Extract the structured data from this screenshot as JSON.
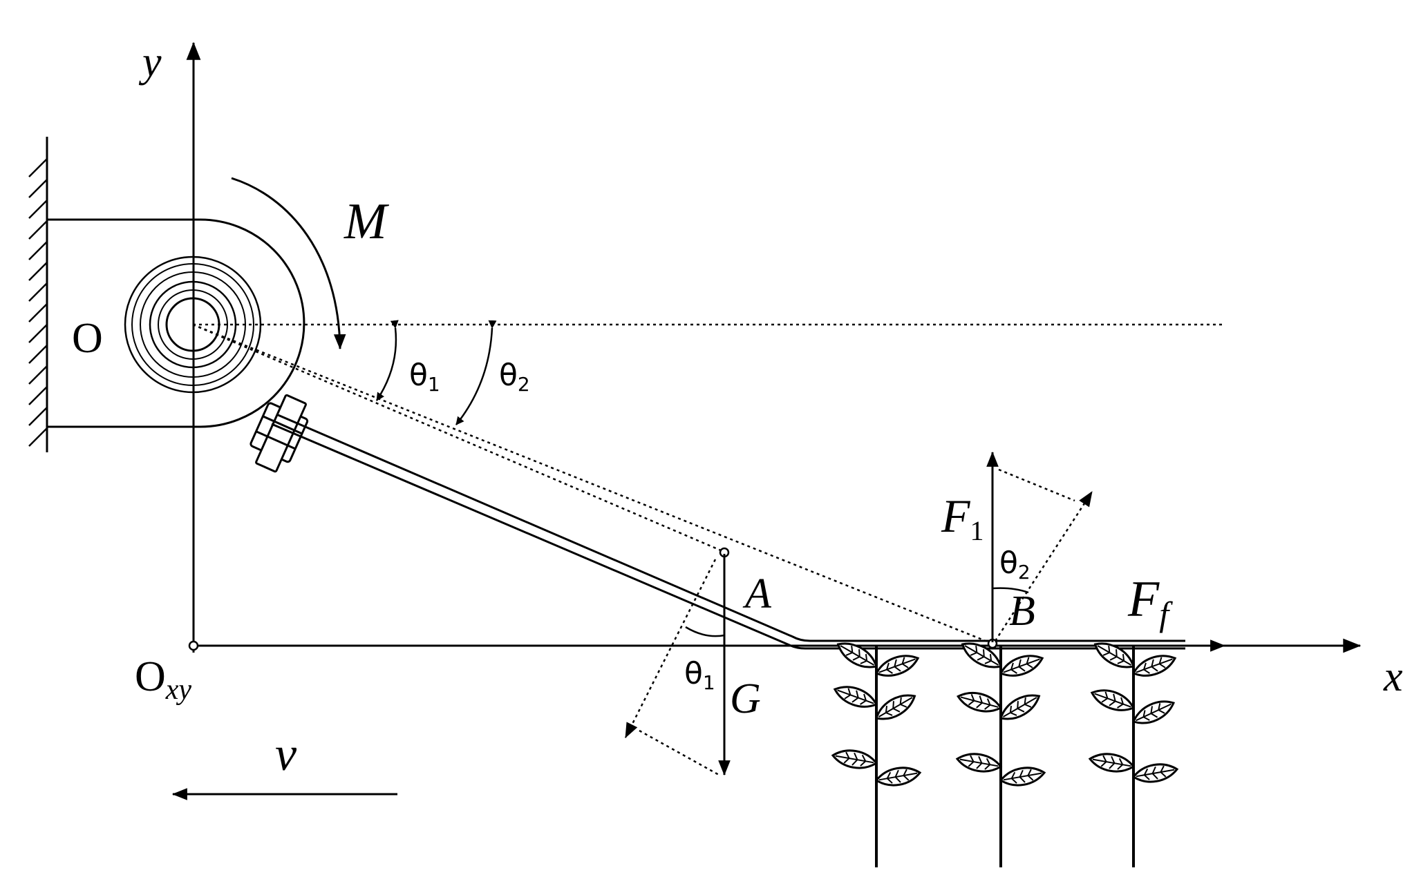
{
  "labels": {
    "y_axis": "y",
    "x_axis": "x",
    "moment": "M",
    "pivot": "O",
    "origin_main": "O",
    "origin_sub": "xy",
    "theta1_sym": "θ",
    "theta1_sub": "1",
    "theta2_sym": "θ",
    "theta2_sub": "2",
    "point_a": "A",
    "point_b": "B",
    "gravity": "G",
    "force_main": "F",
    "force_sub": "1",
    "friction_main": "F",
    "friction_sub": "f",
    "velocity": "v"
  },
  "colors": {
    "stroke": "#000000",
    "background": "#ffffff"
  },
  "icons": [
    "hatched-wall-icon",
    "bearing-icon",
    "bolt-nut-icon",
    "tea-plant-icon"
  ]
}
